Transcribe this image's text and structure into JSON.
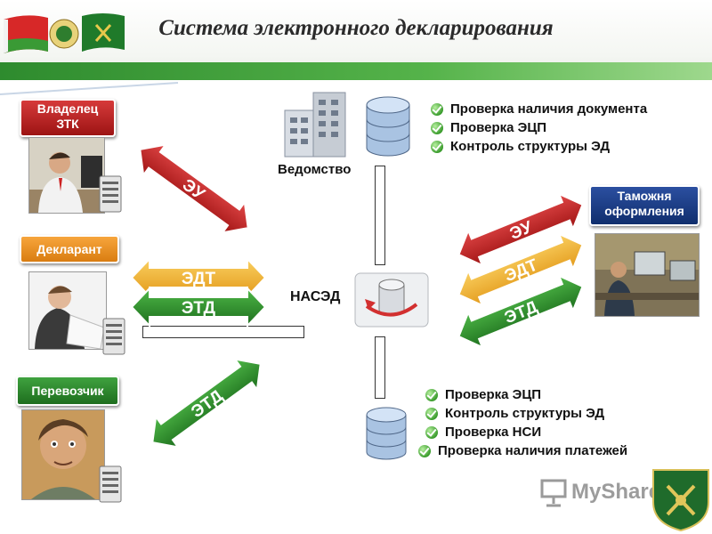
{
  "header": {
    "title": "Система электронного декларирования"
  },
  "nodes": {
    "owner": "Владелец\nЗТК",
    "declarant": "Декларант",
    "carrier": "Перевозчик",
    "customs": "Таможня\nоформления",
    "agency": "Ведомство",
    "hub": "НАСЭД"
  },
  "arrows": {
    "owner_eu": "ЭУ",
    "declarant_edt": "ЭДТ",
    "declarant_etd": "ЭТД",
    "carrier_etd": "ЭТД",
    "customs_eu": "ЭУ",
    "customs_edt": "ЭДТ",
    "customs_etd": "ЭТД"
  },
  "agency_checks": [
    "Проверка наличия документа",
    "Проверка ЭЦП",
    "Контроль структуры ЭД"
  ],
  "bottom_checks": [
    "Проверка ЭЦП",
    "Контроль структуры ЭД",
    "Проверка НСИ",
    "Проверка наличия платежей"
  ],
  "watermark": "MyShared",
  "colors": {
    "red": "#c21f1f",
    "orange": "#f2a52a",
    "green": "#2f8f2f",
    "navy": "#1b3f8c",
    "header_band": "#3a9a3a"
  }
}
